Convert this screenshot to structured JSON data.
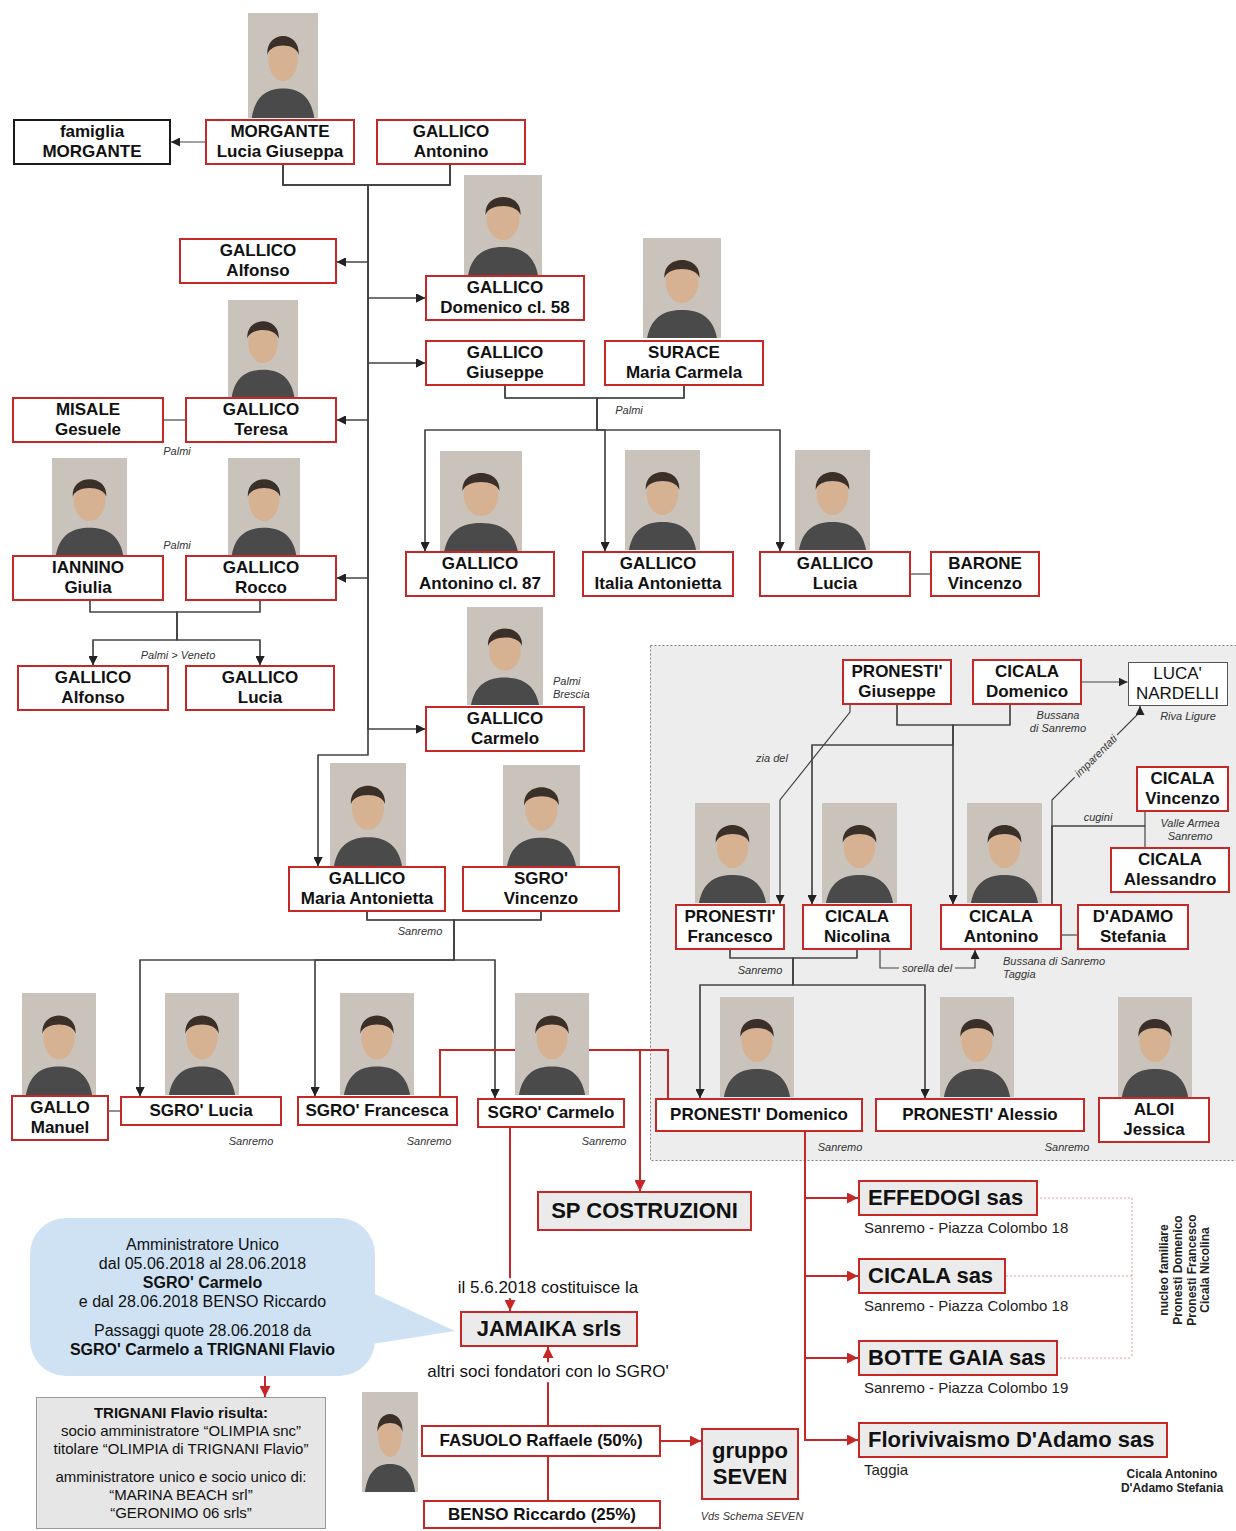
{
  "diagram": {
    "nodes": [
      {
        "text": [
          "famiglia MORGANTE"
        ]
      },
      {
        "text": [
          "MORGANTE Lucia Giuseppa"
        ]
      },
      {
        "text": [
          "GALLICO Antonino"
        ]
      },
      {
        "text": [
          "GALLICO Alfonso"
        ]
      },
      {
        "text": [
          "GALLICO Domenico cl. 58"
        ]
      },
      {
        "text": [
          "GALLICO Giuseppe"
        ]
      },
      {
        "text": [
          "SURACE Maria Carmela"
        ]
      },
      {
        "text": [
          "MISALE Gesuele"
        ]
      },
      {
        "text": [
          "GALLICO Teresa"
        ]
      },
      {
        "text": [
          "GALLICO Antonino cl. 87"
        ]
      },
      {
        "text": [
          "GALLICO Italia Antonietta"
        ]
      },
      {
        "text": [
          "GALLICO Lucia"
        ]
      },
      {
        "text": [
          "BARONE Vincenzo"
        ]
      },
      {
        "text": [
          "IANNINO Giulia"
        ]
      },
      {
        "text": [
          "GALLICO Rocco"
        ]
      },
      {
        "text": [
          "GALLICO Alfonso"
        ]
      },
      {
        "text": [
          "GALLICO Lucia"
        ]
      },
      {
        "text": [
          "GALLICO Carmelo"
        ]
      },
      {
        "text": [
          "PRONESTI' Giuseppe"
        ]
      },
      {
        "text": [
          "CICALA Domenico"
        ]
      },
      {
        "text": [
          "LUCA' NARDELLI"
        ]
      },
      {
        "text": [
          "CICALA Vincenzo"
        ]
      },
      {
        "text": [
          "PRONESTI' Francesco"
        ]
      },
      {
        "text": [
          "CICALA Nicolina"
        ]
      },
      {
        "text": [
          "CICALA Antonino"
        ]
      },
      {
        "text": [
          "D'ADAMO Stefania"
        ]
      },
      {
        "text": [
          "CICALA Alessandro"
        ]
      },
      {
        "text": [
          "GALLICO Maria Antonietta"
        ]
      },
      {
        "text": [
          "SGRO' Vincenzo"
        ]
      },
      {
        "text": [
          "GALLO Manuel"
        ]
      },
      {
        "text": [
          "SGRO' Lucia"
        ]
      },
      {
        "text": [
          "SGRO' Francesca"
        ]
      },
      {
        "text": [
          "SGRO' Carmelo"
        ]
      },
      {
        "text": [
          "PRONESTI' Domenico"
        ]
      },
      {
        "text": [
          "PRONESTI' Alessio"
        ]
      },
      {
        "text": [
          "ALOI Jessica"
        ]
      },
      {
        "text": [
          "SP COSTRUZIONI"
        ]
      },
      {
        "text": [
          "EFFEDOGI sas",
          "Sanremo - Piazza Colombo 18"
        ]
      },
      {
        "text": [
          "CICALA sas",
          "Sanremo - Piazza Colombo 18"
        ]
      },
      {
        "text": [
          "BOTTE GAIA sas",
          "Sanremo - Piazza Colombo 19"
        ]
      },
      {
        "text": [
          "Florivivaismo D'Adamo sas",
          "Taggia"
        ]
      },
      {
        "text": [
          "JAMAIKA srls"
        ]
      },
      {
        "text": [
          "Amministratore Unico dal 05.06.2018 al 28.06.2018 SGRO' Carmelo e dal 28.06.2018 BENSO Riccardo",
          "Passaggi quote 28.06.2018 da SGRO' Carmelo a TRIGNANI Flavio"
        ]
      },
      {
        "text": [
          "TRIGNANI Flavio risulta: socio amministratore “OLIMPIA snc” titolare “OLIMPIA di TRIGNANI Flavio”",
          "amministratore unico e socio unico di: “MARINA BEACH srl” “GERONIMO 06 srls”"
        ]
      },
      {
        "text": [
          "FASUOLO Raffaele (50%)"
        ]
      },
      {
        "text": [
          "gruppo SEVEN"
        ]
      },
      {
        "text": [
          "BENSO Riccardo (25%)"
        ]
      }
    ],
    "edges": [
      {
        "from": 1,
        "to": 0,
        "arrow": "to"
      },
      {
        "from": 1,
        "to": 3,
        "arrow": "to"
      },
      {
        "from": 1,
        "to": 4,
        "arrow": "to"
      },
      {
        "from": 1,
        "to": 5,
        "arrow": "to"
      },
      {
        "from": 1,
        "to": 8,
        "arrow": "to"
      },
      {
        "from": 1,
        "to": 14,
        "arrow": "to"
      },
      {
        "from": 1,
        "to": 17,
        "arrow": "to"
      },
      {
        "from": 1,
        "to": 27,
        "arrow": "to"
      },
      {
        "from": 2,
        "to": 3,
        "arrow": "to"
      },
      {
        "from": 2,
        "to": 4,
        "arrow": "to"
      },
      {
        "from": 2,
        "to": 5,
        "arrow": "to"
      },
      {
        "from": 2,
        "to": 8,
        "arrow": "to"
      },
      {
        "from": 2,
        "to": 14,
        "arrow": "to"
      },
      {
        "from": 2,
        "to": 17,
        "arrow": "to"
      },
      {
        "from": 2,
        "to": 27,
        "arrow": "to"
      },
      {
        "from": 7,
        "to": 8,
        "arrow": "none"
      },
      {
        "from": 5,
        "to": 9,
        "arrow": "to"
      },
      {
        "from": 5,
        "to": 10,
        "arrow": "to"
      },
      {
        "from": 5,
        "to": 11,
        "arrow": "to"
      },
      {
        "from": 6,
        "to": 9,
        "arrow": "to"
      },
      {
        "from": 6,
        "to": 10,
        "arrow": "to"
      },
      {
        "from": 6,
        "to": 11,
        "arrow": "to"
      },
      {
        "from": 11,
        "to": 12,
        "arrow": "none"
      },
      {
        "from": 13,
        "to": 15,
        "arrow": "to"
      },
      {
        "from": 13,
        "to": 16,
        "arrow": "to"
      },
      {
        "from": 14,
        "to": 15,
        "arrow": "to"
      },
      {
        "from": 14,
        "to": 16,
        "arrow": "to"
      },
      {
        "from": 18,
        "to": 22,
        "arrow": "to",
        "label": "zia del"
      },
      {
        "from": 19,
        "to": 20,
        "arrow": "to"
      },
      {
        "from": 18,
        "to": 23,
        "arrow": "to"
      },
      {
        "from": 18,
        "to": 24,
        "arrow": "to"
      },
      {
        "from": 19,
        "to": 23,
        "arrow": "to"
      },
      {
        "from": 19,
        "to": 24,
        "arrow": "to"
      },
      {
        "from": 24,
        "to": 20,
        "arrow": "to",
        "label": "imparentati"
      },
      {
        "from": 24,
        "to": 21,
        "arrow": "none",
        "label": "cugini"
      },
      {
        "from": 24,
        "to": 26,
        "arrow": "none"
      },
      {
        "from": 23,
        "to": 24,
        "arrow": "to",
        "label": "sorella del"
      },
      {
        "from": 24,
        "to": 25,
        "arrow": "none"
      },
      {
        "from": 22,
        "to": 33,
        "arrow": "to"
      },
      {
        "from": 22,
        "to": 34,
        "arrow": "to"
      },
      {
        "from": 23,
        "to": 33,
        "arrow": "to"
      },
      {
        "from": 23,
        "to": 34,
        "arrow": "to"
      },
      {
        "from": 27,
        "to": 30,
        "arrow": "to"
      },
      {
        "from": 27,
        "to": 31,
        "arrow": "to"
      },
      {
        "from": 27,
        "to": 32,
        "arrow": "to"
      },
      {
        "from": 28,
        "to": 30,
        "arrow": "to"
      },
      {
        "from": 28,
        "to": 31,
        "arrow": "to"
      },
      {
        "from": 28,
        "to": 32,
        "arrow": "to"
      },
      {
        "from": 29,
        "to": 30,
        "arrow": "none"
      },
      {
        "from": 31,
        "to": 36,
        "arrow": "to"
      },
      {
        "from": 33,
        "to": 36,
        "arrow": "to"
      },
      {
        "from": 33,
        "to": 37,
        "arrow": "to"
      },
      {
        "from": 33,
        "to": 38,
        "arrow": "to"
      },
      {
        "from": 33,
        "to": 39,
        "arrow": "to"
      },
      {
        "from": 33,
        "to": 40,
        "arrow": "to"
      },
      {
        "from": 32,
        "to": 41,
        "arrow": "to",
        "label": "il 5.6.2018 costituisce la"
      },
      {
        "from": 42,
        "to": 43,
        "arrow": "to"
      },
      {
        "from": 44,
        "to": 41,
        "arrow": "to",
        "label": "altri soci fondatori con lo SGRO'"
      },
      {
        "from": 46,
        "to": 44,
        "arrow": "none"
      },
      {
        "from": 44,
        "to": 45,
        "arrow": "to"
      }
    ],
    "labels": [
      "Palmi",
      "Palmi",
      "Palmi",
      "Palmi > Veneto",
      "Palmi Brescia",
      "Bussana di Sanremo",
      "Riva Ligure",
      "Valle Armea Sanremo",
      "Sanremo",
      "Sanremo",
      "Bussana di Sanremo Taggia",
      "Sanremo",
      "Sanremo",
      "Sanremo",
      "Sanremo",
      "Sanremo",
      "nucleo familiare Pronesti Domenico Pronesti Francesco Cicala Nicolina",
      "Cicala Antonino D'Adamo Stefania",
      "Vds Schema SEVEN"
    ]
  }
}
